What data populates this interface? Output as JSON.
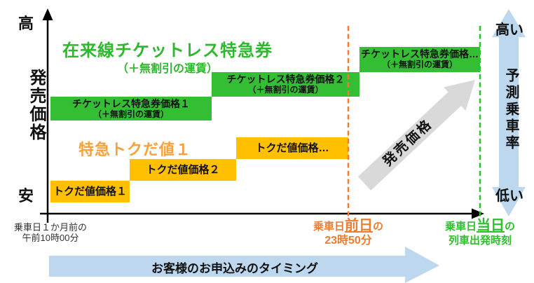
{
  "colors": {
    "green_box": "#33be33",
    "green_text": "#2db82d",
    "green_dashed": "#2dc22d",
    "orange_box": "#ffc000",
    "orange_accent": "#ed7d31",
    "orange_heading": "#f6a13b",
    "light_blue_arrow": "#bdd7ee",
    "gray_arrow": "#d9d9d9"
  },
  "y_axis": {
    "top": "高",
    "bottom": "安",
    "title": "発売価格"
  },
  "green_series": {
    "heading": "在来線チケットレス特急券",
    "subheading": "（＋無割引の運賃）",
    "boxes": [
      {
        "label": "チケットレス特急券価格１",
        "sub": "（＋無割引の運賃）"
      },
      {
        "label": "チケットレス特急券価格２",
        "sub": "（＋無割引の運賃）"
      },
      {
        "label": "チケットレス特急券価格…",
        "sub": "（＋無割引の運賃）"
      }
    ]
  },
  "orange_series": {
    "heading": "特急トクだ値１",
    "boxes": [
      {
        "label": "トクだ値価格１"
      },
      {
        "label": "トクだ値価格２"
      },
      {
        "label": "トクだ値価格…"
      }
    ]
  },
  "price_trend_arrow": {
    "label": "発売価格"
  },
  "x_axis": {
    "start": {
      "line1": "乗車日１か月前の",
      "line2": "午前10時00分"
    },
    "deadline": {
      "prefix": "乗車日",
      "emphasis": "前日",
      "suffix": "の",
      "line2": "23時50分"
    },
    "departure": {
      "prefix": "乗車日",
      "emphasis": "当日",
      "suffix": "の",
      "line2": "列車出発時刻"
    }
  },
  "right_axis": {
    "top": "高い",
    "title": "予測乗車率",
    "bottom": "低い"
  },
  "bottom_arrow": {
    "label": "お客様のお申込みのタイミング"
  }
}
